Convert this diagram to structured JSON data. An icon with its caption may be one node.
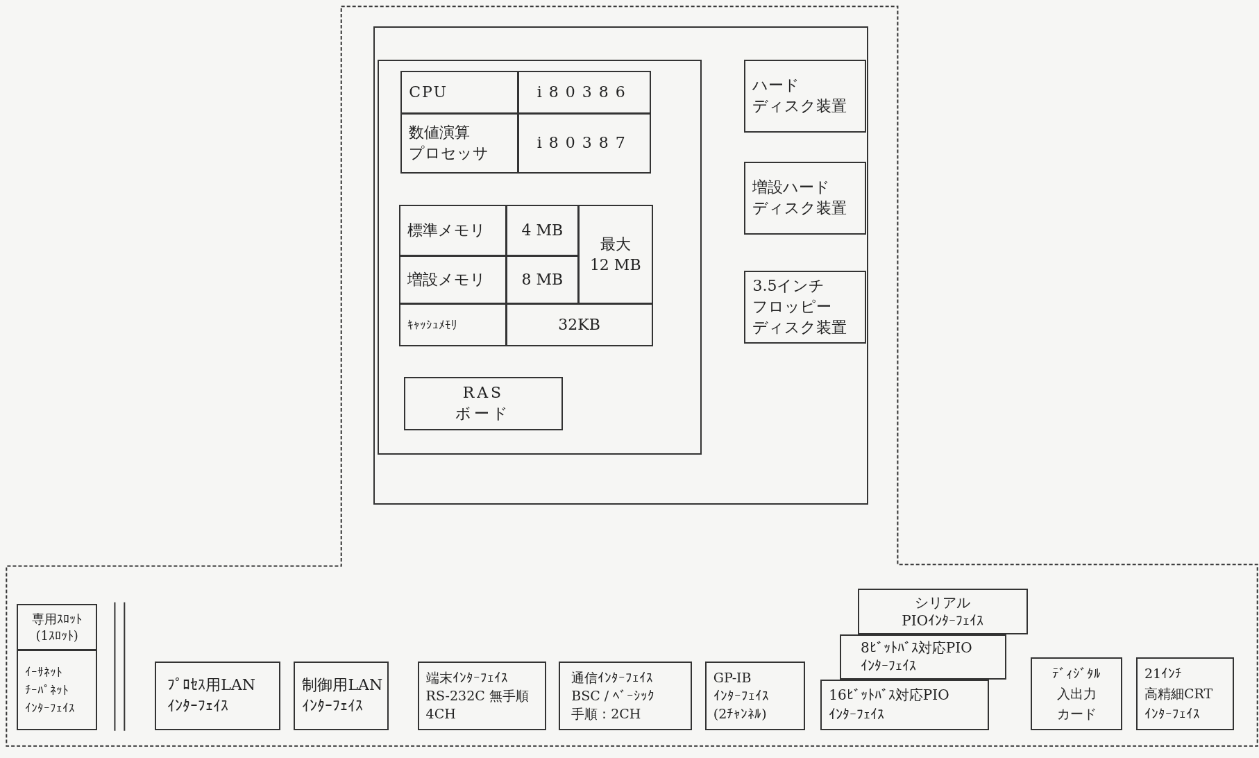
{
  "diagram": {
    "nodes": [
      {
        "text": [],
        "shape": "box"
      },
      {
        "text": [],
        "shape": "box",
        "in": 0
      },
      {
        "text": [
          "CPU"
        ],
        "in": 1
      },
      {
        "text": [
          "i80386"
        ],
        "in": 1
      },
      {
        "text": [
          "数値演算プロセッサ"
        ],
        "in": 1
      },
      {
        "text": [
          "i80387"
        ],
        "in": 1
      },
      {
        "text": [
          "標準メモリ"
        ],
        "in": 1
      },
      {
        "text": [
          "4 MB"
        ],
        "in": 1
      },
      {
        "text": [
          "最大12 MB"
        ],
        "in": 1
      },
      {
        "text": [
          "増設メモリ"
        ],
        "in": 1
      },
      {
        "text": [
          "8 MB"
        ],
        "in": 1
      },
      {
        "text": [
          "ｷｬｯｼｭﾒﾓﾘ"
        ],
        "in": 1
      },
      {
        "text": [
          "32KB"
        ],
        "in": 1
      },
      {
        "text": [
          "RASボード"
        ],
        "in": 1
      },
      {
        "text": [
          "ハードディスク装置"
        ],
        "in": 0
      },
      {
        "text": [
          "増設ハードディスク装置"
        ],
        "in": 0
      },
      {
        "text": [
          "3.5インチフロッピーディスク装置"
        ],
        "in": 0
      },
      {
        "text": [
          "専用ｽﾛｯﾄ(1ｽﾛｯﾄ)"
        ]
      },
      {
        "text": [
          "ｲｰｻﾈｯﾄﾁｰﾊﾟﾈｯﾄｲﾝﾀｰﾌｪｲｽ"
        ]
      },
      {
        "text": [
          "ﾌﾟﾛｾｽ用LANｲﾝﾀｰﾌｪｲｽ"
        ]
      },
      {
        "text": [
          "制御用LANｲﾝﾀｰﾌｪｲｽ"
        ]
      },
      {
        "text": [
          "端末ｲﾝﾀｰﾌｪｲｽRS-232C 無手順4CH"
        ]
      },
      {
        "text": [
          "通信ｲﾝﾀｰﾌｪｲｽBSC / ﾍﾞｰｼｯｸ手順：2CH"
        ]
      },
      {
        "text": [
          "GP-IBｲﾝﾀｰﾌｪｲｽ(2ﾁｬﾝﾈﾙ)"
        ]
      },
      {
        "text": [
          "シリアルPIOｲﾝﾀｰﾌｪｲｽ"
        ]
      },
      {
        "text": [
          "8ﾋﾞｯﾄﾊﾞｽ対応PIOｲﾝﾀｰﾌｪｲｽ"
        ]
      },
      {
        "text": [
          "16ﾋﾞｯﾄﾊﾞｽ対応PIOｲﾝﾀｰﾌｪｲｽ"
        ]
      },
      {
        "text": [
          "ﾃﾞｨｼﾞﾀﾙ入出力カード"
        ]
      },
      {
        "text": [
          "21ｲﾝﾁ高精細CRTｲﾝﾀｰﾌｪｲｽ"
        ]
      }
    ],
    "edges": []
  }
}
